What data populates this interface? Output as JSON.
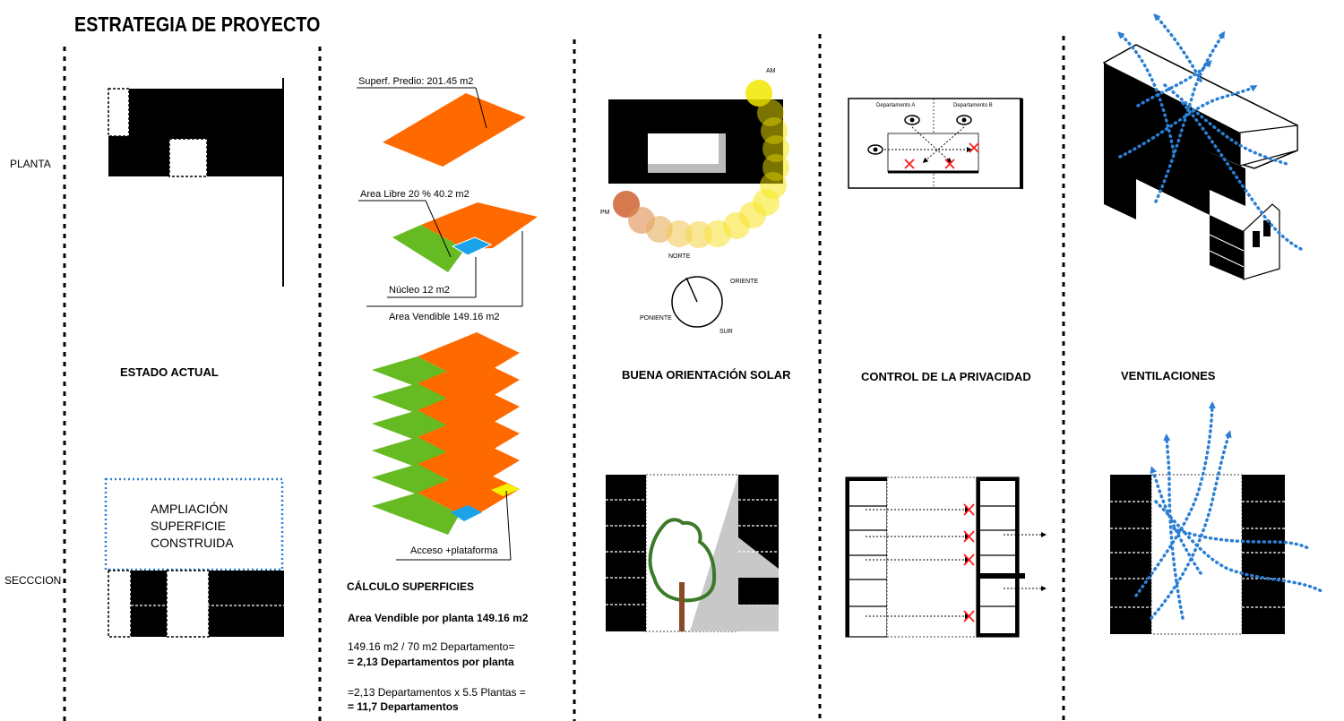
{
  "title": "ESTRATEGIA DE PROYECTO",
  "row_labels": {
    "planta": "PLANTA",
    "seccion": "SECCCION"
  },
  "estado": {
    "caption": "ESTADO ACTUAL",
    "ampliacion": "AMPLIACIÓN SUPERFICIE CONSTRUIDA"
  },
  "calculo": {
    "predio": "Superf. Predio: 201.45 m2",
    "area_libre": "Area Libre 20 %   40.2 m2",
    "nucleo": "Núcleo   12 m2",
    "vendible": "Area Vendible 149.16 m2",
    "acceso": "Acceso +plataforma",
    "heading": "CÁLCULO SUPERFICIES",
    "line1": "Area Vendible por planta 149.16 m2",
    "line2": "149.16 m2  / 70 m2  Departamento=",
    "line3": "= 2,13 Departamentos por planta",
    "line4": "=2,13 Departamentos x 5.5 Plantas =",
    "line5": "= 11,7  Departamentos"
  },
  "solar": {
    "caption": "BUENA   ORIENTACIÓN SOLAR",
    "am": "AM",
    "pm": "PM",
    "norte": "NORTE",
    "oriente": "ORIENTE",
    "poniente": "PONIENTE",
    "sur": "SUR"
  },
  "privacidad": {
    "caption": "CONTROL DE LA PRIVACIDAD",
    "dep_a": "Departamento A",
    "dep_b": "Departamento B"
  },
  "ventilaciones": {
    "caption": "VENTILACIONES"
  },
  "colors": {
    "orange": "#ff6a00",
    "green": "#66bb22",
    "blue": "#1aa3e8",
    "yellow": "#f2f200",
    "dotted_blue": "#2a7fd4",
    "red": "#ff1a1a"
  }
}
